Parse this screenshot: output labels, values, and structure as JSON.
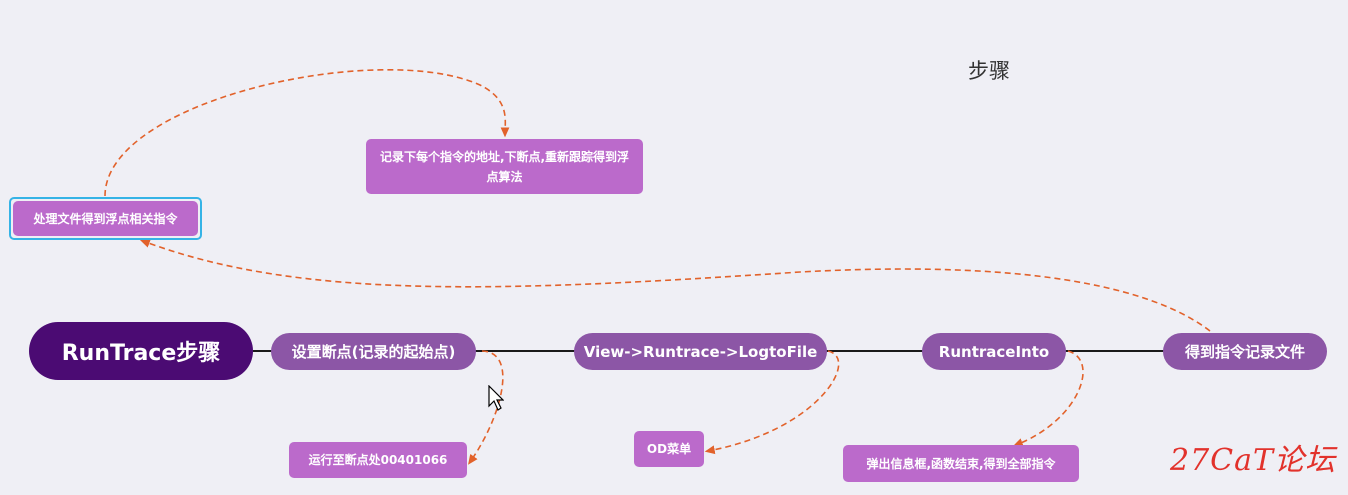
{
  "title": "步骤",
  "root": {
    "label": "RunTrace步骤"
  },
  "steps": [
    {
      "label": "设置断点(记录的起始点)"
    },
    {
      "label": "View->Runtrace->LogtoFile"
    },
    {
      "label": "RuntraceInto"
    },
    {
      "label": "得到指令记录文件"
    }
  ],
  "subs": {
    "breakpoint_addr": "运行至断点处00401066",
    "od_menu": "OD菜单",
    "dialog": "弹出信息框,函数结束,得到全部指令",
    "process": "处理文件得到浮点相关指令",
    "record": "记录下每个指令的地址,下断点,重新跟踪得到浮点算法"
  },
  "colors": {
    "background": "#efeff5",
    "root": "#4b0b73",
    "step": "#8c56a6",
    "sub": "#bb6acb",
    "connector_dashed": "#e2622b",
    "spine": "#1a1a1a",
    "selection": "#35b3e6"
  },
  "watermark": "27CaT论坛"
}
